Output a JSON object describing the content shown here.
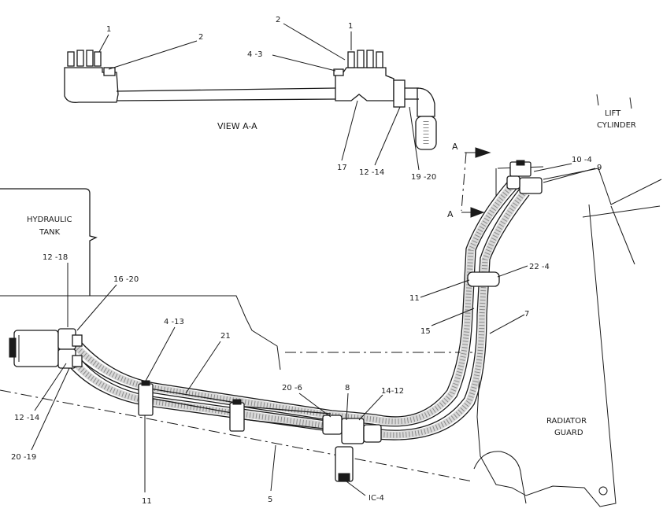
{
  "view": {
    "title": "VIEW A-A",
    "callouts": [
      "1",
      "2",
      "2",
      "1",
      "4 -3",
      "17",
      "12 -14",
      "19 -20"
    ]
  },
  "components": {
    "lift_cylinder": "LIFT\nCYLINDER",
    "hydraulic_tank": "HYDRAULIC\nTANK",
    "radiator_guard": "RADIATOR\nGUARD",
    "section_marker": "A"
  },
  "callouts": {
    "c_12_18": "12 -18",
    "c_16_20": "16 -20",
    "c_4_13": "4 -13",
    "c_21": "21",
    "c_12_14": "12 -14",
    "c_20_19": "20 -19",
    "c_11_bottom": "11",
    "c_5": "5",
    "c_20_6": "20 -6",
    "c_8": "8",
    "c_14_12": "14-12",
    "c_ic_4": "IC-4",
    "c_11_right": "11",
    "c_15": "15",
    "c_22_4": "22 -4",
    "c_7": "7",
    "c_10_4": "10 -4",
    "c_9": "9"
  }
}
